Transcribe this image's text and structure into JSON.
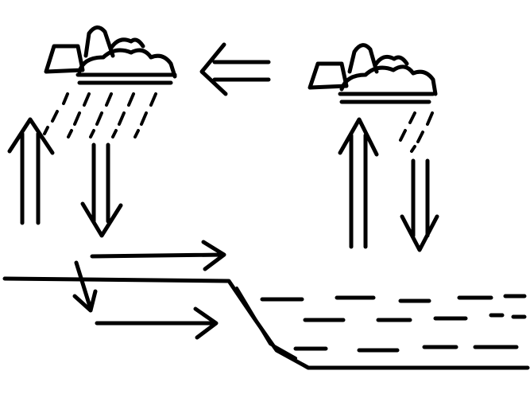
{
  "diagram": {
    "colors": {
      "ink": "#000000",
      "background": "#ffffff"
    },
    "elements": [
      "cloud-left",
      "cloud-right",
      "rain-left",
      "rain-right",
      "arrow-cloud-to-cloud",
      "arrow-evaporation-left",
      "arrow-precipitation-left",
      "arrow-evaporation-right",
      "arrow-precipitation-right",
      "ground-line",
      "surface-runoff-arrow",
      "infiltration-arrow",
      "groundwater-flow-arrow",
      "water-body"
    ]
  }
}
